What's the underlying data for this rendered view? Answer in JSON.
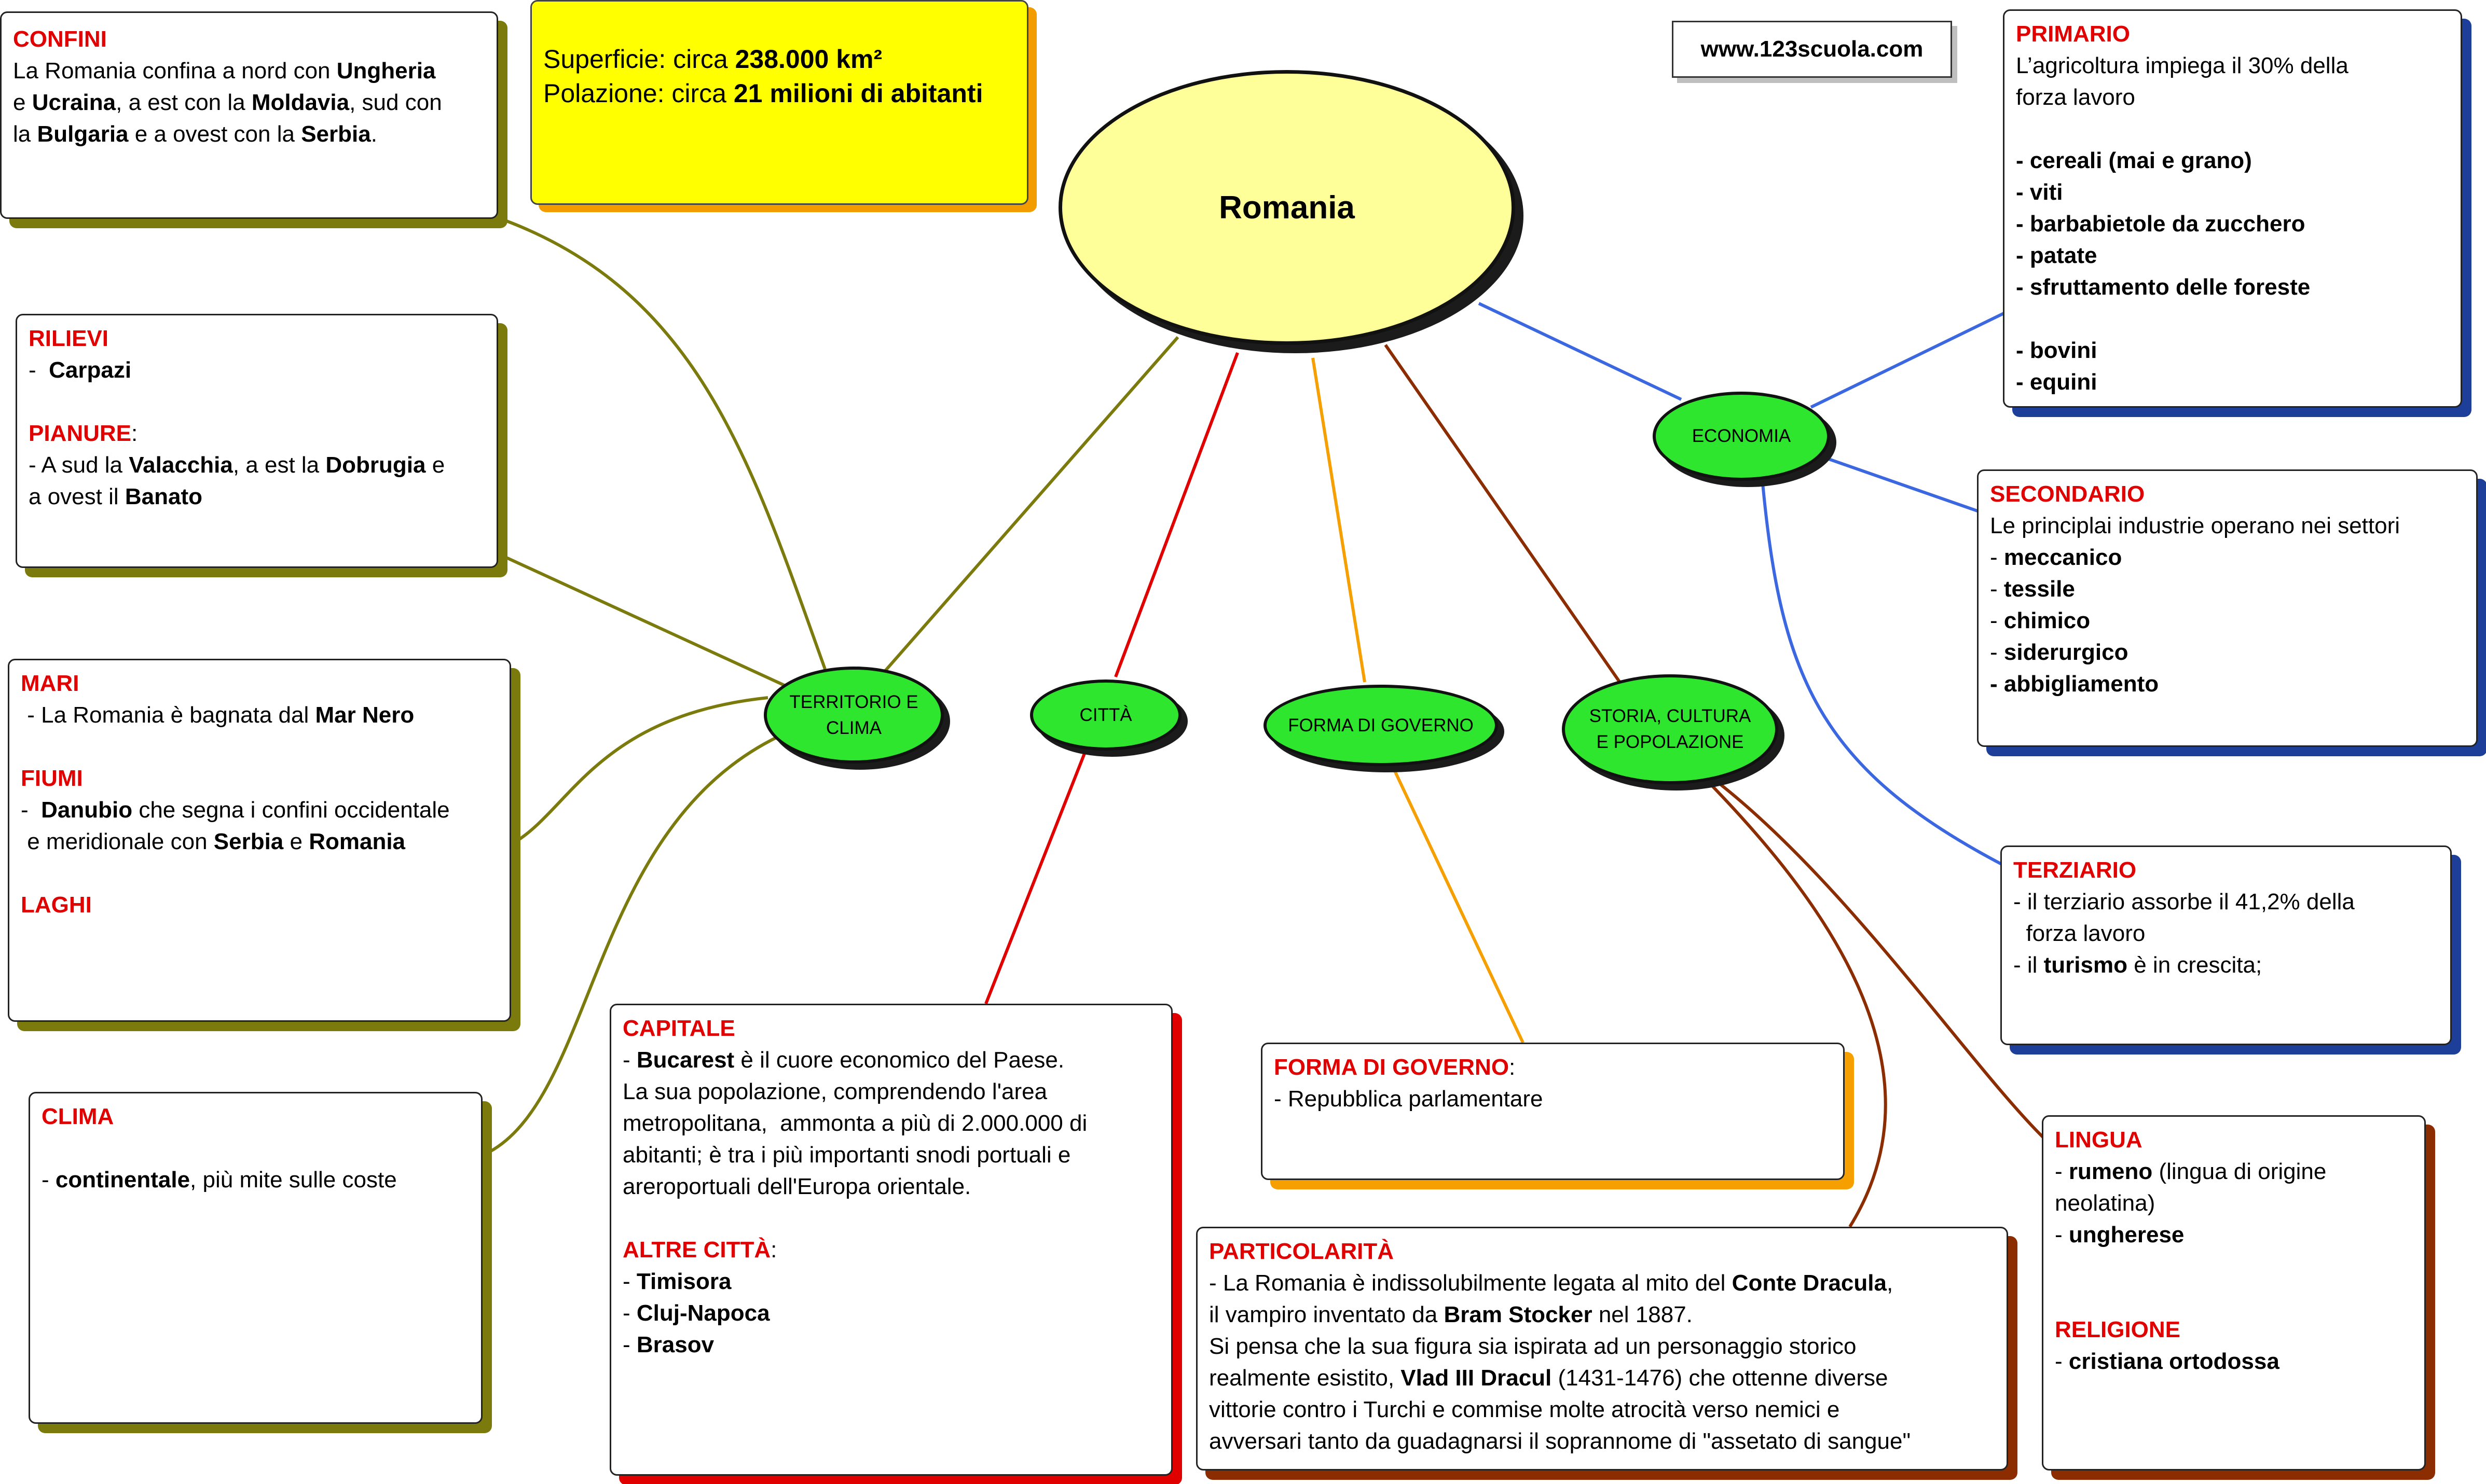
{
  "header": {
    "website": "www.123scuola.com"
  },
  "info": {
    "area_prefix": "Superficie: circa ",
    "area_value": "238.000 km²",
    "population_prefix": "Polazione: circa ",
    "population_value": "21 milioni di abitanti"
  },
  "map": {
    "center": "Romania",
    "nodes": {
      "territorio": {
        "line1": "TERRITORIO E",
        "line2": "CLIMA"
      },
      "citta": "CITTÀ",
      "governo": "FORMA DI GOVERNO",
      "storia": {
        "line1": "STORIA, CULTURA",
        "line2": "E POPOLAZIONE"
      },
      "economia": "ECONOMIA"
    }
  },
  "colors": {
    "olive": "#7b7a0c",
    "blue": "#3b67e0",
    "red": "#e00000",
    "orange": "#f5a000",
    "brown": "#8b2d00",
    "hub_fill": "#2de62d",
    "center_fill": "#ffff99",
    "info_fill": "#ffff00"
  },
  "boxes": {
    "confini": {
      "title": "CONFINI",
      "lines": [
        [
          [
            "La Romania confina a nord con ",
            false
          ],
          [
            "Ungheria",
            true
          ]
        ],
        [
          [
            "e ",
            false
          ],
          [
            "Ucraina",
            true
          ],
          [
            ", a est con la ",
            false
          ],
          [
            "Moldavia",
            true
          ],
          [
            ", sud con",
            false
          ]
        ],
        [
          [
            "la ",
            false
          ],
          [
            "Bulgaria",
            true
          ],
          [
            " e a ovest con la ",
            false
          ],
          [
            "Serbia",
            true
          ],
          [
            ".",
            false
          ]
        ]
      ]
    },
    "rilievi": {
      "lines": [
        [
          [
            "RILIEVI",
            "h"
          ]
        ],
        [
          [
            "-  ",
            false
          ],
          [
            "Carpazi",
            true
          ]
        ],
        [],
        [
          [
            "PIANURE",
            "h"
          ],
          [
            ":",
            false
          ]
        ],
        [
          [
            "- A sud la ",
            false
          ],
          [
            "Valacchia",
            true
          ],
          [
            ", a est la ",
            false
          ],
          [
            "Dobrugia",
            true
          ],
          [
            " e",
            false
          ]
        ],
        [
          [
            "a ovest il ",
            false
          ],
          [
            "Banato",
            true
          ]
        ]
      ]
    },
    "mari": {
      "lines": [
        [
          [
            "MARI",
            "h"
          ]
        ],
        [
          [
            " - La Romania è bagnata dal ",
            false
          ],
          [
            "Mar Nero",
            true
          ]
        ],
        [],
        [
          [
            "FIUMI",
            "h"
          ]
        ],
        [
          [
            "-  ",
            false
          ],
          [
            "Danubio",
            true
          ],
          [
            " che segna i confini occidentale",
            false
          ]
        ],
        [
          [
            " e meridionale con ",
            false
          ],
          [
            "Serbia",
            true
          ],
          [
            " e ",
            false
          ],
          [
            "Romania",
            true
          ]
        ],
        [],
        [
          [
            "LAGHI",
            "h"
          ]
        ]
      ]
    },
    "clima": {
      "lines": [
        [
          [
            "CLIMA",
            "h"
          ]
        ],
        [],
        [
          [
            "- ",
            false
          ],
          [
            "continentale",
            true
          ],
          [
            ", più mite sulle coste",
            false
          ]
        ]
      ]
    },
    "capitale": {
      "lines": [
        [
          [
            "CAPITALE",
            "h"
          ]
        ],
        [
          [
            "- ",
            false
          ],
          [
            "Bucarest",
            true
          ],
          [
            " è il cuore economico del Paese.",
            false
          ]
        ],
        [
          [
            "La sua popolazione, comprendendo l'area",
            false
          ]
        ],
        [
          [
            "metropolitana,  ammonta a più di 2.000.000 di",
            false
          ]
        ],
        [
          [
            "abitanti; è tra i più importanti snodi portuali e",
            false
          ]
        ],
        [
          [
            "areroportuali dell'Europa orientale.",
            false
          ]
        ],
        [],
        [
          [
            "ALTRE CITTÀ",
            "h"
          ],
          [
            ":",
            false
          ]
        ],
        [
          [
            "- ",
            false
          ],
          [
            "Timisora",
            true
          ]
        ],
        [
          [
            "- ",
            false
          ],
          [
            "Cluj-Napoca",
            true
          ]
        ],
        [
          [
            "- ",
            false
          ],
          [
            "Brasov",
            true
          ]
        ]
      ]
    },
    "governo": {
      "lines": [
        [
          [
            "FORMA DI GOVERNO",
            "h"
          ],
          [
            ":",
            false
          ]
        ],
        [
          [
            "- Repubblica parlamentare",
            false
          ]
        ]
      ]
    },
    "particolarita": {
      "lines": [
        [
          [
            "PARTICOLARITÀ",
            "h"
          ]
        ],
        [
          [
            "- La Romania è indissolubilmente legata al mito del ",
            false
          ],
          [
            "Conte Dracula",
            true
          ],
          [
            ",",
            false
          ]
        ],
        [
          [
            "il vampiro inventato da ",
            false
          ],
          [
            "Bram Stocker",
            true
          ],
          [
            " nel 1887.",
            false
          ]
        ],
        [
          [
            "Si pensa che la sua figura sia ispirata ad un personaggio storico",
            false
          ]
        ],
        [
          [
            "realmente esistito, ",
            false
          ],
          [
            "Vlad III Dracul",
            true
          ],
          [
            " (1431-1476) che ottenne diverse",
            false
          ]
        ],
        [
          [
            "vittorie contro i Turchi e commise molte atrocità verso nemici e",
            false
          ]
        ],
        [
          [
            "avversari tanto da guadagnarsi il soprannome di \"assetato di sangue\"",
            false
          ]
        ]
      ]
    },
    "primario": {
      "lines": [
        [
          [
            "PRIMARIO",
            "h"
          ]
        ],
        [
          [
            "L’agricoltura impiega il 30% della",
            false
          ]
        ],
        [
          [
            "forza lavoro",
            false
          ]
        ],
        [],
        [
          [
            "- cereali (mai e grano)",
            true
          ]
        ],
        [
          [
            "- viti",
            true
          ]
        ],
        [
          [
            "- barbabietole da zucchero",
            true
          ]
        ],
        [
          [
            "- patate",
            true
          ]
        ],
        [
          [
            "- sfruttamento delle foreste",
            true
          ]
        ],
        [],
        [
          [
            "- bovini",
            true
          ]
        ],
        [
          [
            "- equini",
            true
          ]
        ]
      ]
    },
    "secondario": {
      "lines": [
        [
          [
            "SECONDARIO",
            "h"
          ]
        ],
        [
          [
            "Le principlai industrie operano nei settori",
            false
          ]
        ],
        [
          [
            "- ",
            false
          ],
          [
            "meccanico",
            true
          ]
        ],
        [
          [
            "- ",
            false
          ],
          [
            "tessile",
            true
          ]
        ],
        [
          [
            "- ",
            false
          ],
          [
            "chimico",
            true
          ]
        ],
        [
          [
            "- ",
            false
          ],
          [
            "siderurgico",
            true
          ]
        ],
        [
          [
            "- abbigliamento",
            true
          ]
        ]
      ]
    },
    "terziario": {
      "lines": [
        [
          [
            "TERZIARIO",
            "h"
          ]
        ],
        [
          [
            "- il terziario assorbe il 41,2% della",
            false
          ]
        ],
        [
          [
            "  forza lavoro",
            false
          ]
        ],
        [
          [
            "- il ",
            false
          ],
          [
            "turismo",
            true
          ],
          [
            " è in crescita;",
            false
          ]
        ]
      ]
    },
    "lingua": {
      "lines": [
        [
          [
            "LINGUA",
            "h"
          ]
        ],
        [
          [
            "- ",
            false
          ],
          [
            "rumeno",
            true
          ],
          [
            " (lingua di origine",
            false
          ]
        ],
        [
          [
            "neolatina)",
            false
          ]
        ],
        [
          [
            "- ",
            false
          ],
          [
            "ungherese",
            true
          ]
        ],
        [],
        [],
        [
          [
            "RELIGIONE",
            "h"
          ]
        ],
        [
          [
            "- ",
            false
          ],
          [
            "cristiana ortodossa",
            true
          ]
        ]
      ]
    }
  }
}
